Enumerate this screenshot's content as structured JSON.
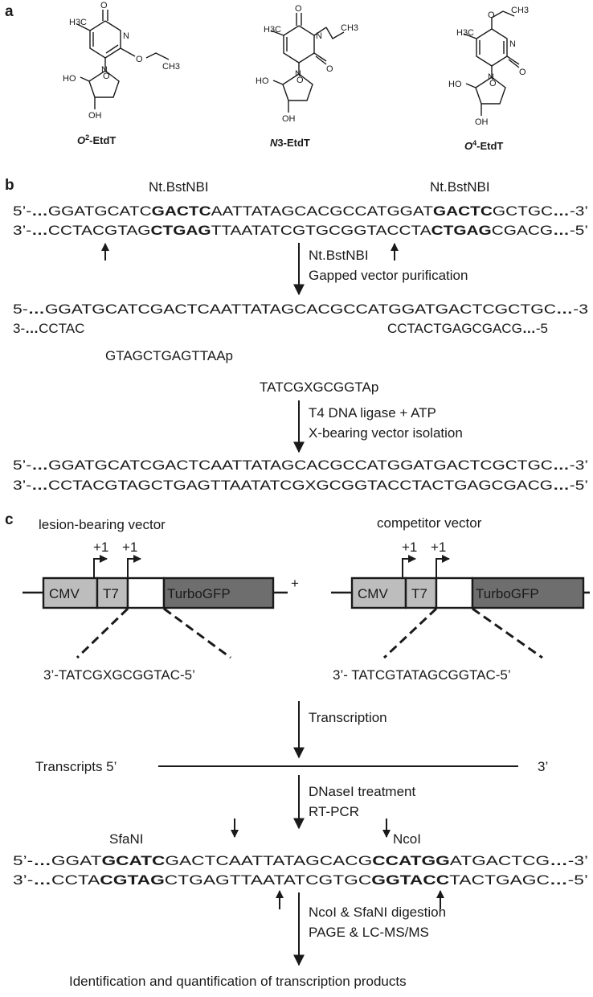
{
  "panels": {
    "a": "a",
    "b": "b",
    "c": "c"
  },
  "compounds": [
    {
      "name_italic": "O",
      "name_sup": "2",
      "name_rest": "-EtdT"
    },
    {
      "name_italic": "N",
      "name_sup": "",
      "name_rest": "3-EtdT"
    },
    {
      "name_italic": "O",
      "name_sup": "4",
      "name_rest": "-EtdT"
    }
  ],
  "chem_labels": {
    "o": "O",
    "n": "N",
    "h3c": "H3C",
    "ch3": "CH3",
    "ho": "HO",
    "oh": "OH"
  },
  "panel_b": {
    "enzyme_label": "Nt.BstNBI",
    "row1": [
      {
        "t": "5’-",
        "b": false
      },
      {
        "t": "…",
        "b": true
      },
      {
        "t": "GGATGCATC",
        "b": false
      },
      {
        "t": "GACTC",
        "b": true
      },
      {
        "t": "AATTATAGCACGCCATGGAT",
        "b": false
      },
      {
        "t": "GACTC",
        "b": true
      },
      {
        "t": "GCTGC",
        "b": false
      },
      {
        "t": "…",
        "b": true
      },
      {
        "t": "-3’",
        "b": false
      }
    ],
    "row2": [
      {
        "t": "3’-",
        "b": false
      },
      {
        "t": "…",
        "b": true
      },
      {
        "t": "CCTACGTAG",
        "b": false
      },
      {
        "t": "CTGAG",
        "b": true
      },
      {
        "t": "TTAATATCGTGCGGTACCTA",
        "b": false
      },
      {
        "t": "CTGAG",
        "b": true
      },
      {
        "t": "CGACG",
        "b": false
      },
      {
        "t": "…",
        "b": true
      },
      {
        "t": "-5’",
        "b": false
      }
    ],
    "step1": [
      "Nt.BstNBI",
      "Gapped vector purification"
    ],
    "gapped_top": "GGATGCATCGACTCAATTATAGCACGCCATGGATGACTCGCTGC",
    "gapped_top_prefix": "5-",
    "gapped_top_suffix": "-3",
    "gapped_bot_left": "CCTAC",
    "gapped_bot_left_prefix": "3-",
    "gapped_bot_right": "CCTACTGAGCGACG",
    "gapped_bot_right_suffix": "-5",
    "ellipsis": "…",
    "oligo1": "GTAGCTGAGTTAAp",
    "oligo2": "TATCGXGCGGTAp",
    "step2": [
      "T4 DNA ligase + ATP",
      "X-bearing vector isolation"
    ],
    "final_top": "GGATGCATCGACTCAATTATAGCACGCCATGGATGACTCGCTGC",
    "final_bot": "CCTACGTAGCTGAGTTAATATCGXGCGGTACCTACTGAGCGACG",
    "p5": "5’-",
    "p3": "3’-",
    "s3": "-3’",
    "s5": "-5’"
  },
  "panel_c": {
    "lesion_title": "lesion-bearing vector",
    "competitor_title": "competitor vector",
    "plus1": "+1",
    "plus": "+",
    "cmv": "CMV",
    "t7": "T7",
    "gfp": "TurboGFP",
    "lesion_seq": "3’-TATCGXGCGGTAC-5’",
    "competitor_seq": "3’- TATCGTATAGCGGTAC-5’",
    "transcription": "Transcription",
    "transcripts": "Transcripts 5’",
    "end3": "3’",
    "step3": [
      "DNaseI treatment",
      "RT-PCR"
    ],
    "sfani": "SfaNI",
    "ncoi": "NcoI",
    "row1": [
      {
        "t": "5’-",
        "b": false
      },
      {
        "t": "…",
        "b": true
      },
      {
        "t": "GGAT",
        "b": false
      },
      {
        "t": "GCATC",
        "b": true
      },
      {
        "t": "GACTCAATTATAGCACG",
        "b": false
      },
      {
        "t": "CCATGG",
        "b": true
      },
      {
        "t": "ATGACTCG",
        "b": false
      },
      {
        "t": "…",
        "b": true
      },
      {
        "t": "-3’",
        "b": false
      }
    ],
    "row2": [
      {
        "t": "3’-",
        "b": false
      },
      {
        "t": "…",
        "b": true
      },
      {
        "t": "CCTA",
        "b": false
      },
      {
        "t": "CGTAG",
        "b": true
      },
      {
        "t": "CTGAGTTAATATCGTGC",
        "b": false
      },
      {
        "t": "GGTACC",
        "b": true
      },
      {
        "t": "TACTGAGC",
        "b": false
      },
      {
        "t": "…",
        "b": true
      },
      {
        "t": "-5’",
        "b": false
      }
    ],
    "step4": [
      "NcoI & SfaNI digestion",
      "PAGE & LC-MS/MS"
    ],
    "final": "Identification and quantification of transcription products"
  }
}
